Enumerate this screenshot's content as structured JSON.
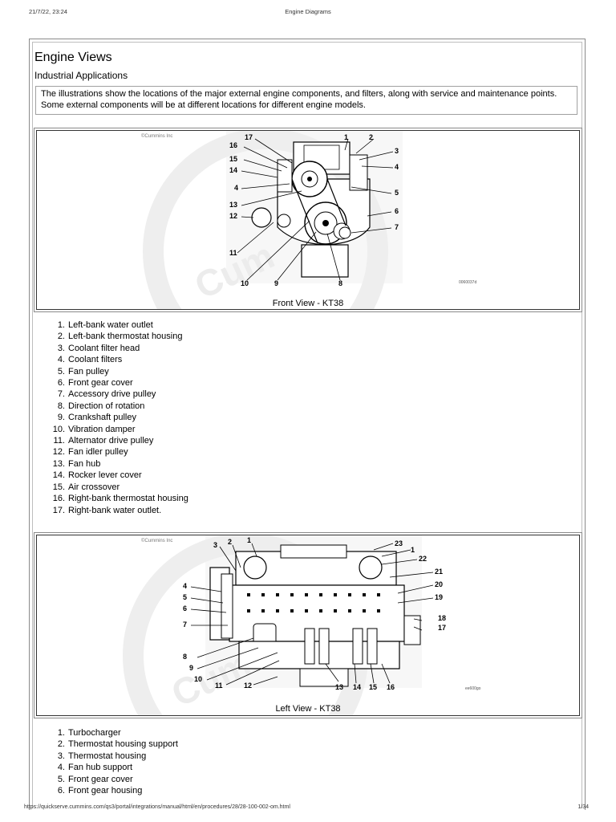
{
  "print_header": {
    "date": "21/7/22, 23:24",
    "title": "Engine Diagrams"
  },
  "heading": {
    "title": "Engine Views",
    "subtitle": "Industrial Applications"
  },
  "intro_text": "The illustrations show the locations of the major external engine components, and filters, along with service and maintenance points. Some external components will be at different locations for different engine models.",
  "figure1": {
    "caption": "Front View - KT38",
    "watermark": "©Cummins Inc",
    "image_code": "0060037d",
    "callouts": [
      "17",
      "16",
      "15",
      "14",
      "4",
      "13",
      "12",
      "11",
      "10",
      "9",
      "8",
      "7",
      "6",
      "5",
      "4",
      "3",
      "2",
      "1"
    ]
  },
  "list1": [
    {
      "num": "1.",
      "text": "Left-bank water outlet"
    },
    {
      "num": "2.",
      "text": "Left-bank thermostat housing"
    },
    {
      "num": "3.",
      "text": "Coolant filter head"
    },
    {
      "num": "4.",
      "text": "Coolant filters"
    },
    {
      "num": "5.",
      "text": "Fan pulley"
    },
    {
      "num": "6.",
      "text": "Front gear cover"
    },
    {
      "num": "7.",
      "text": "Accessory drive pulley"
    },
    {
      "num": "8.",
      "text": "Direction of rotation"
    },
    {
      "num": "9.",
      "text": "Crankshaft pulley"
    },
    {
      "num": "10.",
      "text": "Vibration damper"
    },
    {
      "num": "11.",
      "text": "Alternator drive pulley"
    },
    {
      "num": "12.",
      "text": "Fan idler pulley"
    },
    {
      "num": "13.",
      "text": "Fan hub"
    },
    {
      "num": "14.",
      "text": "Rocker lever cover"
    },
    {
      "num": "15.",
      "text": "Air crossover"
    },
    {
      "num": "16.",
      "text": "Right-bank thermostat housing"
    },
    {
      "num": "17.",
      "text": "Right-bank water outlet."
    }
  ],
  "figure2": {
    "caption": "Left View - KT38",
    "watermark": "©Cummins Inc",
    "image_code": "ee600go",
    "callouts": [
      "3",
      "2",
      "1",
      "23",
      "1",
      "22",
      "21",
      "20",
      "19",
      "18",
      "17",
      "4",
      "5",
      "6",
      "7",
      "8",
      "9",
      "10",
      "11",
      "12",
      "13",
      "14",
      "15",
      "16"
    ]
  },
  "list2": [
    {
      "num": "1.",
      "text": "Turbocharger"
    },
    {
      "num": "2.",
      "text": "Thermostat housing support"
    },
    {
      "num": "3.",
      "text": "Thermostat housing"
    },
    {
      "num": "4.",
      "text": "Fan hub support"
    },
    {
      "num": "5.",
      "text": "Front gear cover"
    },
    {
      "num": "6.",
      "text": "Front gear housing"
    }
  ],
  "print_footer": {
    "url": "https://quickserve.cummins.com/qs3/portal/integrations/manual/html/en/procedures/28/28-100-002-om.html",
    "page": "1/34"
  }
}
